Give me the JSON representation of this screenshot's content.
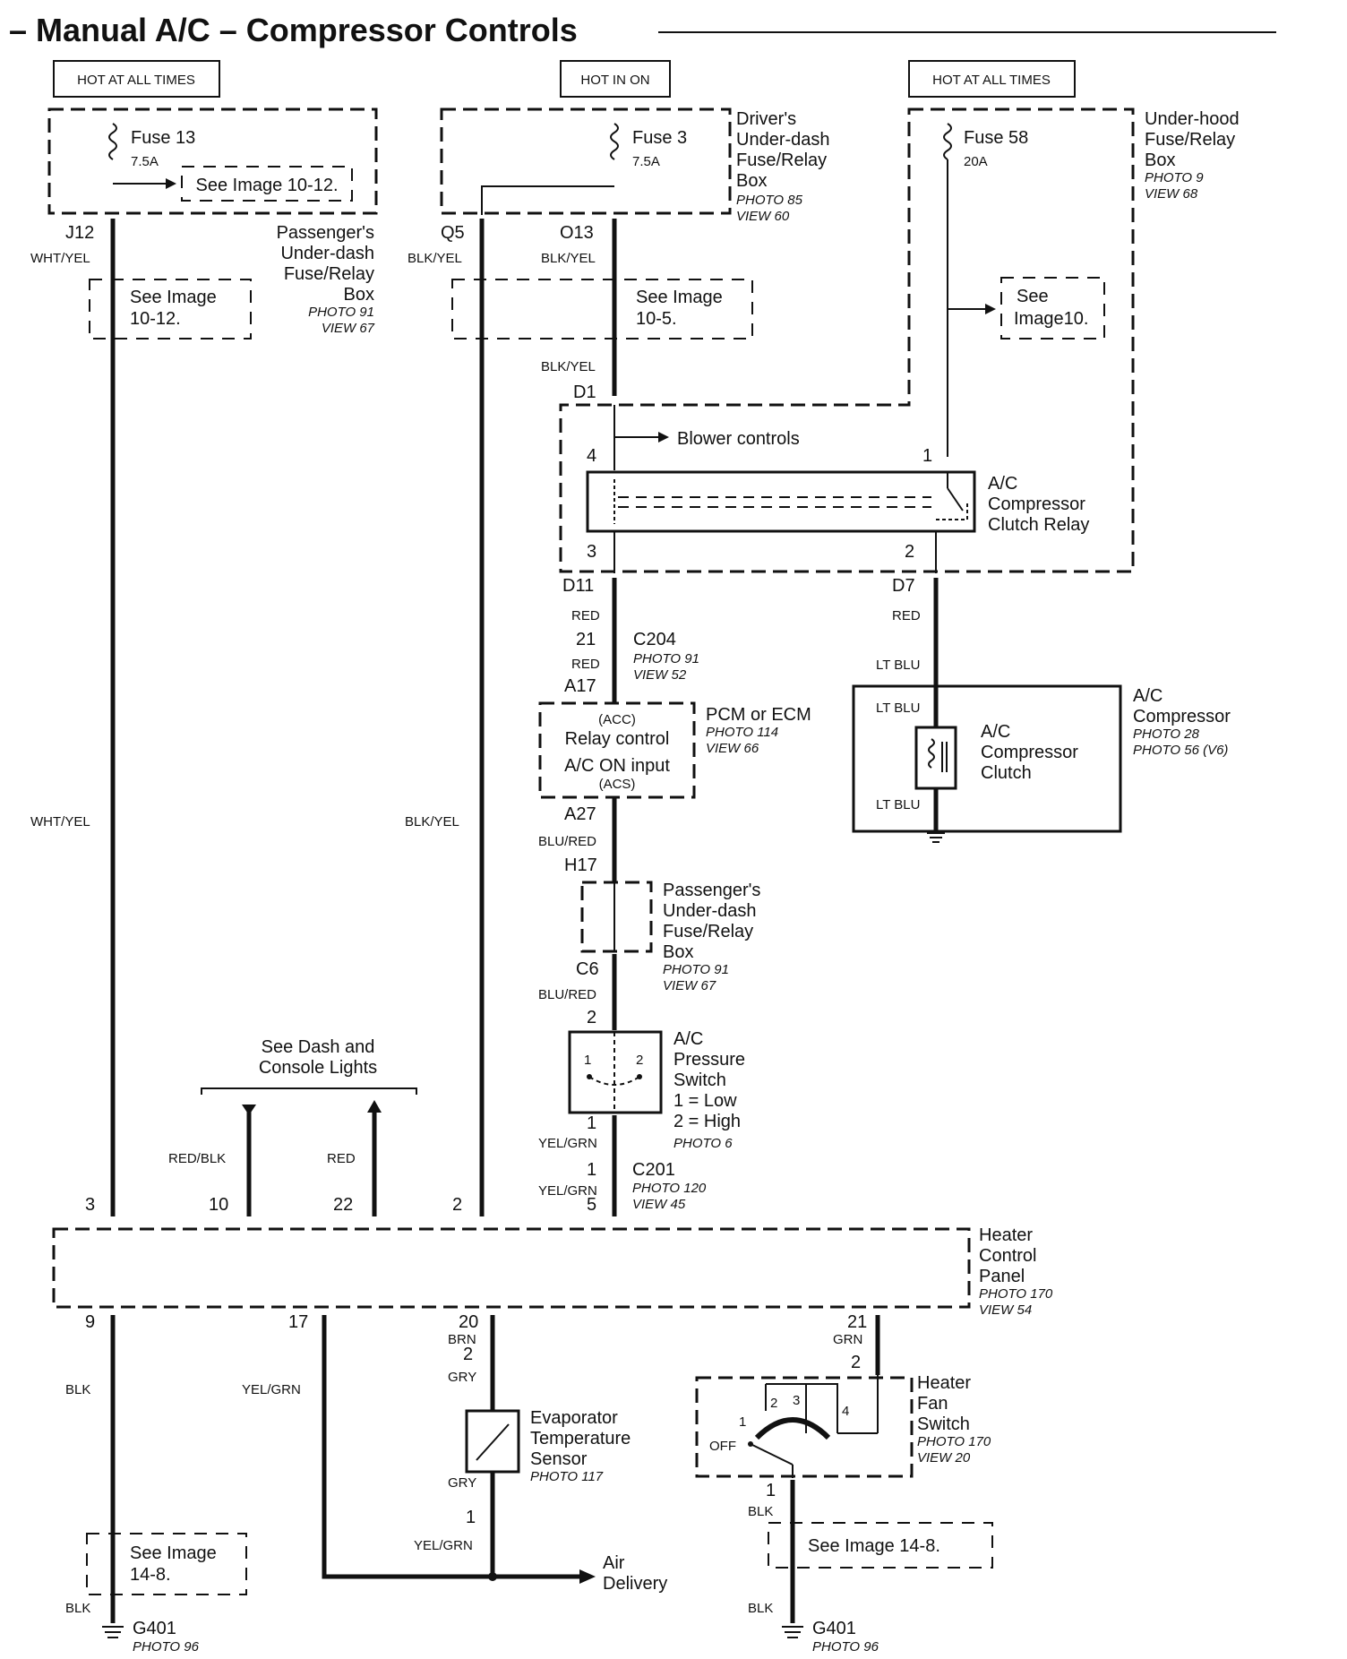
{
  "title": "– Manual A/C – Compressor Controls",
  "power_labels": {
    "left": "HOT AT ALL TIMES",
    "middle": "HOT IN ON",
    "right": "HOT AT ALL TIMES"
  },
  "fuses": {
    "fuse13": {
      "name": "Fuse 13",
      "rating": "7.5A",
      "ref": "See Image 10-12."
    },
    "fuse3": {
      "name": "Fuse 3",
      "rating": "7.5A"
    },
    "fuse58": {
      "name": "Fuse 58",
      "rating": "20A"
    }
  },
  "driver_box": {
    "line1": "Driver's",
    "line2": "Under-dash",
    "line3": "Fuse/Relay",
    "line4": "Box",
    "photo": "PHOTO 85",
    "view": "VIEW 60"
  },
  "underhood_box": {
    "line1": "Under-hood",
    "line2": "Fuse/Relay",
    "line3": "Box",
    "photo": "PHOTO 9",
    "view": "VIEW 68"
  },
  "pass_box_top": {
    "line1": "Passenger's",
    "line2": "Under-dash",
    "line3": "Fuse/Relay",
    "line4": "Box",
    "photo": "PHOTO 91",
    "view": "VIEW 67"
  },
  "pass_box_mid": {
    "line1": "Passenger's",
    "line2": "Under-dash",
    "line3": "Fuse/Relay",
    "line4": "Box",
    "photo": "PHOTO 91",
    "view": "VIEW 67"
  },
  "see_refs": {
    "left_top": {
      "l1": "See Image",
      "l2": "10-12."
    },
    "mid_top": {
      "l1": "See Image",
      "l2": "10-5."
    },
    "right_top": {
      "l1": "See",
      "l2": "Image10."
    },
    "bottom_left": {
      "l1": "See Image",
      "l2": "14-8."
    },
    "bottom_right": "See Image 14-8."
  },
  "connectors": {
    "j12": "J12",
    "q5": "Q5",
    "o13": "O13",
    "d1": "D1",
    "d11": "D11",
    "d7": "D7",
    "c204": "C204",
    "c204_pin": "21",
    "a17": "A17",
    "a27": "A27",
    "h17": "H17",
    "c6": "C6",
    "c201": "C201",
    "c201_pin": "1",
    "c204_photo": "PHOTO 91",
    "c204_view": "VIEW 52",
    "c201_photo": "PHOTO 120",
    "c201_view": "VIEW 45"
  },
  "wires": {
    "wht_yel": "WHT/YEL",
    "blk_yel": "BLK/YEL",
    "red": "RED",
    "lt_blu": "LT BLU",
    "blu_red": "BLU/RED",
    "yel_grn": "YEL/GRN",
    "red_blk": "RED/BLK",
    "blk": "BLK",
    "brn": "BRN",
    "gry": "GRY",
    "grn": "GRN"
  },
  "blower": "Blower controls",
  "relay": {
    "l1": "A/C",
    "l2": "Compressor",
    "l3": "Clutch Relay",
    "pin4": "4",
    "pin1": "1",
    "pin3": "3",
    "pin2": "2"
  },
  "pcm": {
    "name": "PCM or ECM",
    "photo": "PHOTO 114",
    "view": "VIEW 66",
    "acc": "(ACC)",
    "relay_control": "Relay control",
    "ac_on": "A/C ON input",
    "acs": "(ACS)"
  },
  "compressor": {
    "l1": "A/C",
    "l2": "Compressor",
    "photo1": "PHOTO 28",
    "photo2": "PHOTO 56 (V6)",
    "clutch1": "A/C",
    "clutch2": "Compressor",
    "clutch3": "Clutch"
  },
  "pressure_switch": {
    "l1": "A/C",
    "l2": "Pressure",
    "l3": "Switch",
    "l4": "1 =  Low",
    "l5": "2 =  High",
    "photo": "PHOTO 6",
    "pin_top": "2",
    "pin_bottom": "1",
    "inner1": "1",
    "inner2": "2"
  },
  "dash_lights": {
    "l1": "See Dash and",
    "l2": "Console Lights"
  },
  "hcp": {
    "l1": "Heater",
    "l2": "Control",
    "l3": "Panel",
    "photo": "PHOTO 170",
    "view": "VIEW 54",
    "top_pins": [
      "3",
      "10",
      "22",
      "2",
      "5"
    ],
    "bottom_pins": [
      "9",
      "17",
      "20",
      "21"
    ]
  },
  "evap": {
    "l1": "Evaporator",
    "l2": "Temperature",
    "l3": "Sensor",
    "photo": "PHOTO 117",
    "pin2": "2",
    "pin1": "1"
  },
  "air_delivery": {
    "l1": "Air",
    "l2": "Delivery"
  },
  "fan_switch": {
    "l1": "Heater",
    "l2": "Fan",
    "l3": "Switch",
    "photo": "PHOTO 170",
    "view": "VIEW 20",
    "pin2": "2",
    "pin1": "1",
    "off": "OFF",
    "p1": "1",
    "p2": "2",
    "p3": "3",
    "p4": "4"
  },
  "grounds": {
    "left": "G401",
    "left_photo": "PHOTO 96",
    "right": "G401",
    "right_photo": "PHOTO 96"
  }
}
